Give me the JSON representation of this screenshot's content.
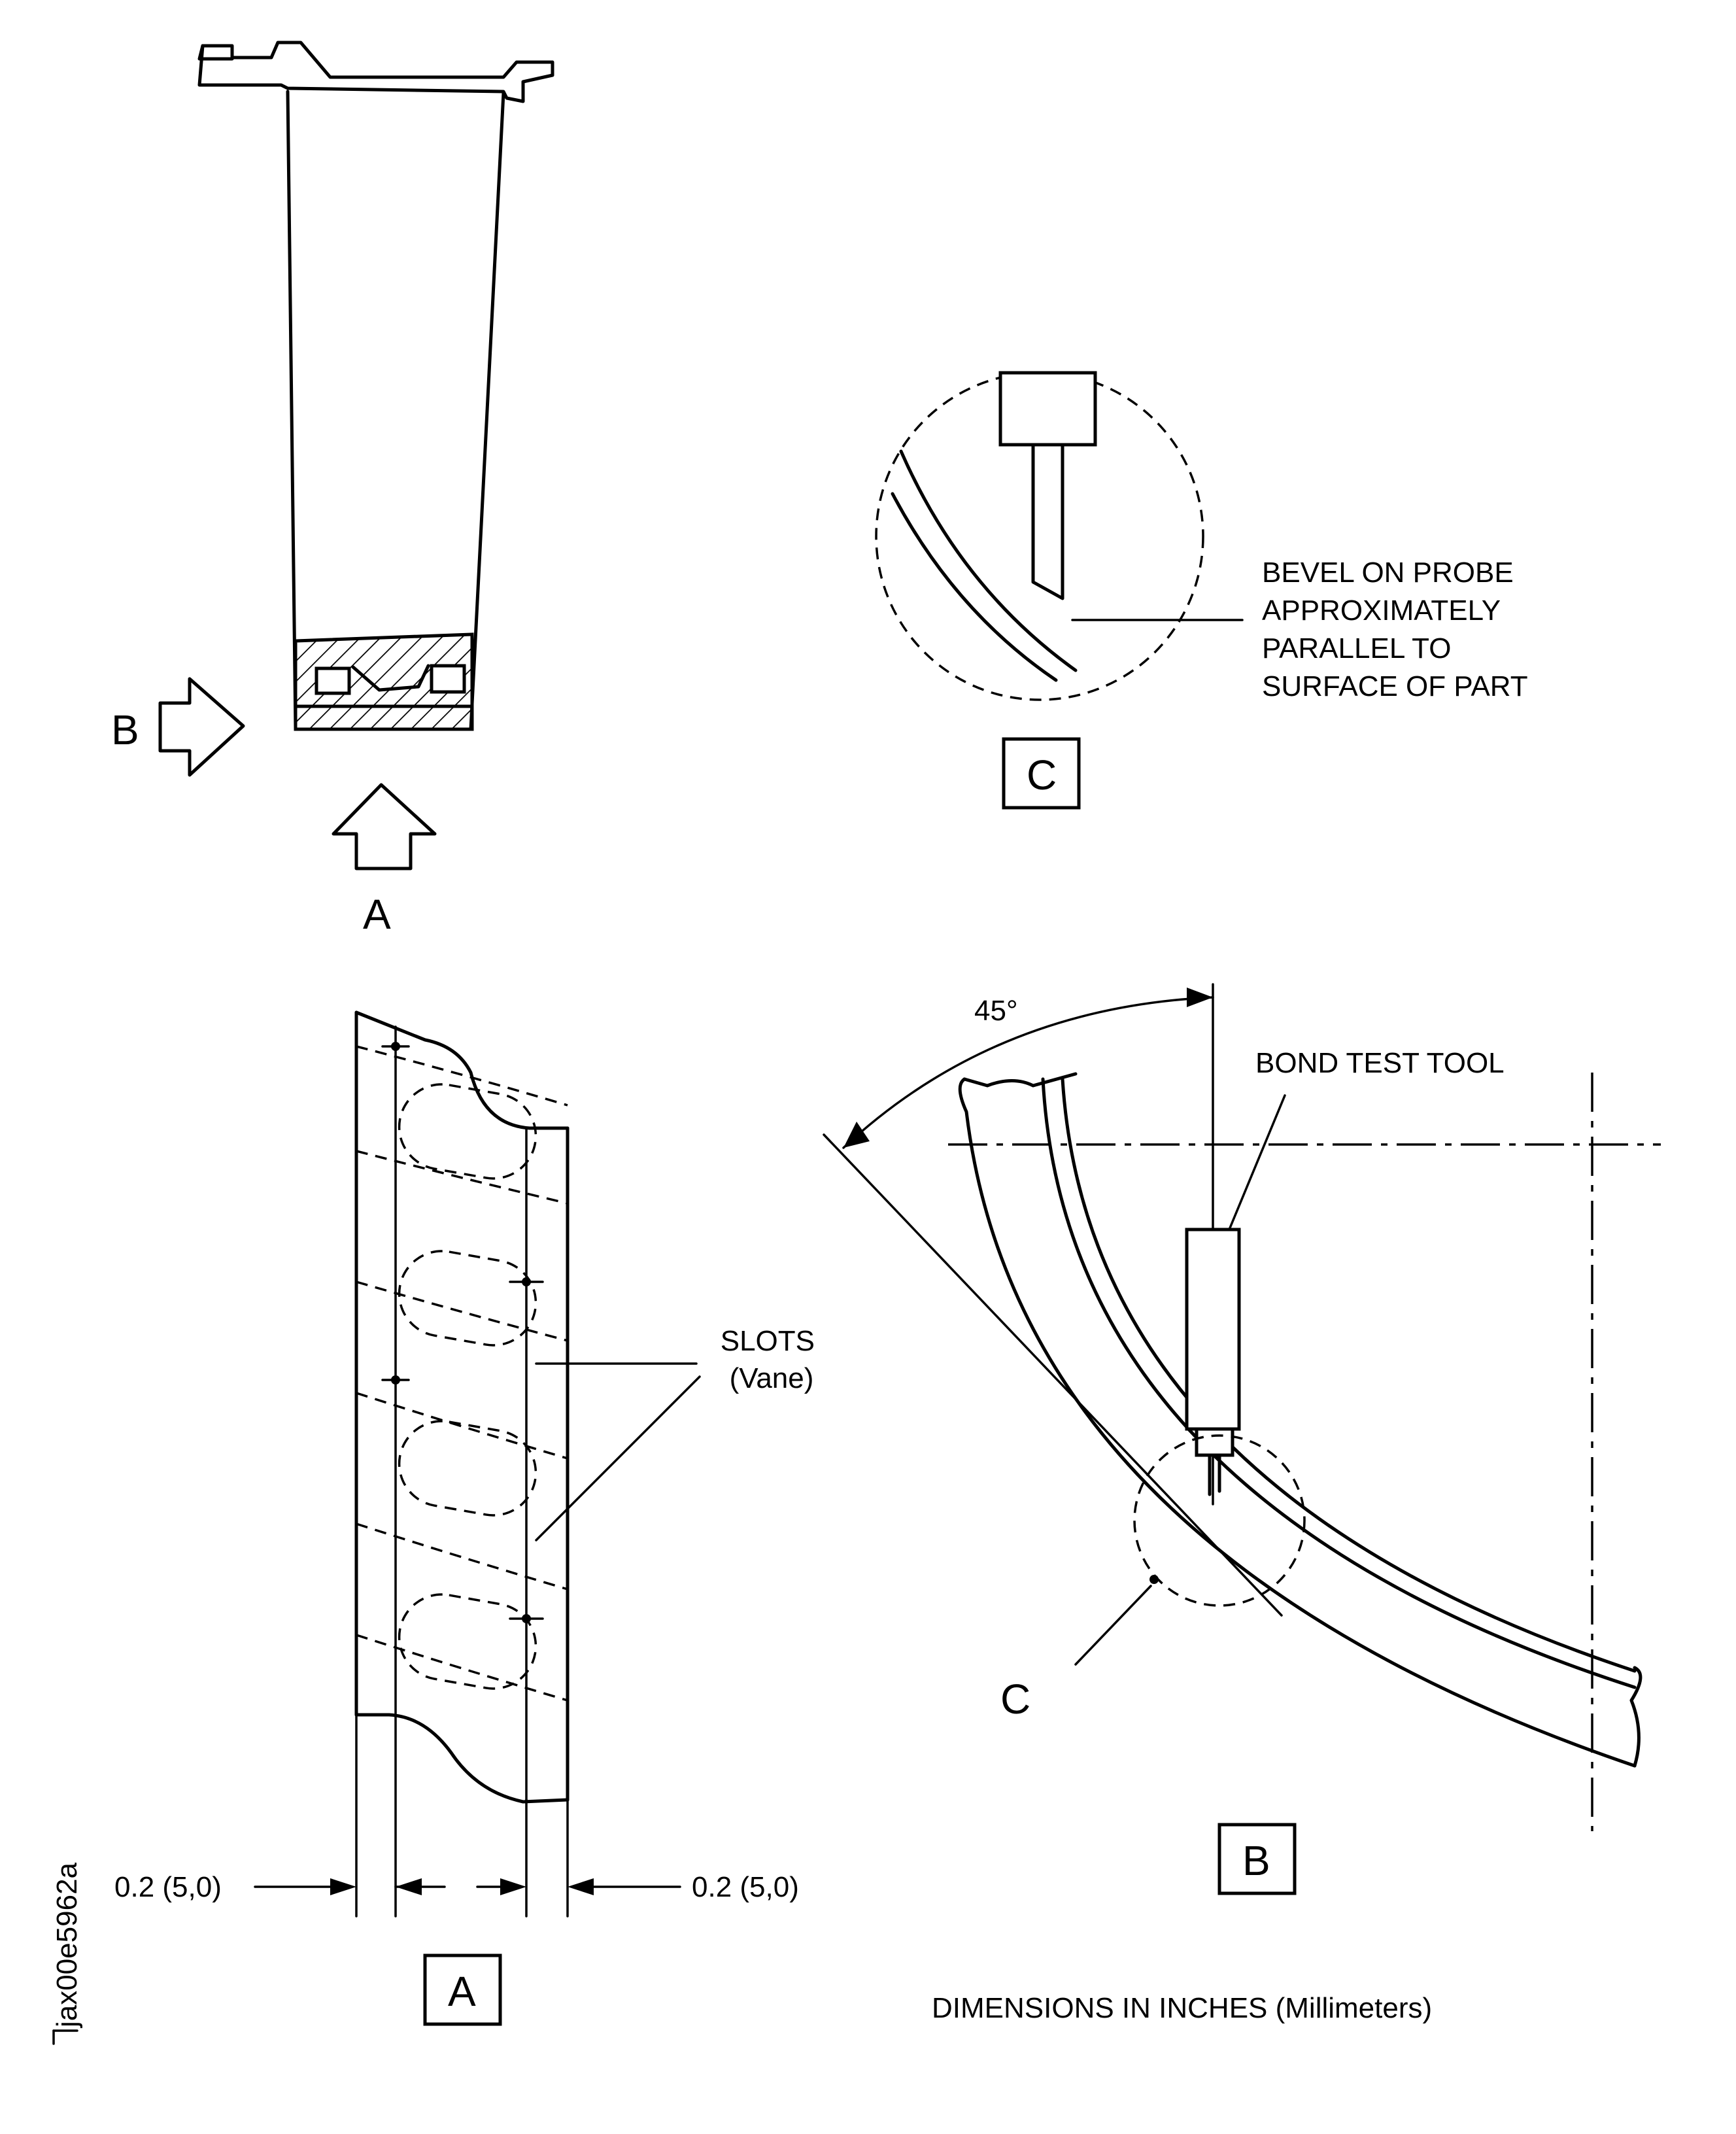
{
  "labels": {
    "view_b_arrow": "B",
    "view_a_arrow": "A",
    "detail_c_box": "C",
    "bevel_note": [
      "BEVEL ON PROBE",
      "APPROXIMATELY",
      "PARALLEL TO",
      "SURFACE OF PART"
    ],
    "angle": "45°",
    "bond_test_tool": "BOND TEST TOOL",
    "slots": [
      "SLOTS",
      "(Vane)"
    ],
    "detail_c_callout": "C",
    "view_b_box": "B",
    "view_a_box": "A",
    "dim_left": "0.2 (5,0)",
    "dim_right": "0.2 (5,0)",
    "dimensions_note": "DIMENSIONS  IN  INCHES (Millimeters)",
    "figure_id": "jax00e5962a"
  }
}
